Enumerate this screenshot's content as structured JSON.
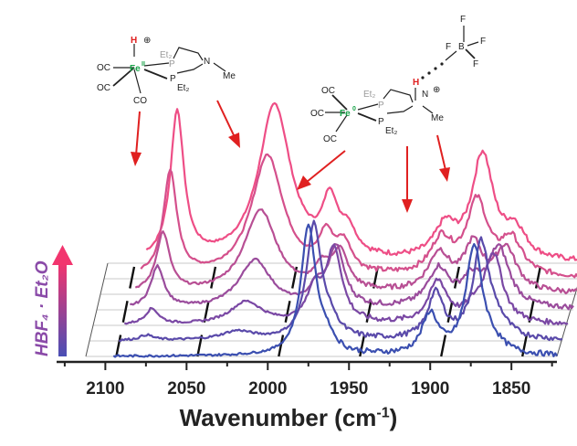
{
  "chart_data": {
    "type": "line",
    "title": "",
    "xlabel": "Wavenumber (cm",
    "xlabel_sup": "-1",
    "ylabel": "",
    "xlim": [
      2130,
      1822
    ],
    "x_reversed": true,
    "xticks": [
      2100,
      2050,
      2000,
      1950,
      1900,
      1850
    ],
    "reagent_arrow_label": "HBF₄ · Et₂O",
    "colors": [
      "#3b4fb0",
      "#5a4aaa",
      "#7a48a4",
      "#9a4c9c",
      "#b84f94",
      "#d4508c",
      "#ee4e86"
    ],
    "series": [
      {
        "peaks": [
          [
            1975,
            0.74,
            5.5
          ],
          [
            1964,
            0.08,
            6
          ],
          [
            1900,
            0.23,
            6
          ],
          [
            1873,
            0.62,
            6
          ],
          [
            1862,
            0.05,
            8
          ]
        ]
      },
      {
        "peaks": [
          [
            2078,
            0.03,
            5
          ],
          [
            2022,
            0.05,
            12
          ],
          [
            1975,
            0.66,
            5.5
          ],
          [
            1965,
            0.08,
            6
          ],
          [
            1900,
            0.26,
            6
          ],
          [
            1872,
            0.54,
            6
          ],
          [
            1862,
            0.08,
            8
          ]
        ]
      },
      {
        "peaks": [
          [
            2078,
            0.09,
            5
          ],
          [
            2020,
            0.13,
            12
          ],
          [
            1978,
            0.18,
            5.5
          ],
          [
            1966,
            0.42,
            6
          ],
          [
            1902,
            0.24,
            7
          ],
          [
            1880,
            0.06,
            6
          ],
          [
            1868,
            0.4,
            7
          ]
        ]
      },
      {
        "peaks": [
          [
            2078,
            0.24,
            5
          ],
          [
            2018,
            0.28,
            12
          ],
          [
            1980,
            0.1,
            5.5
          ],
          [
            1968,
            0.34,
            6
          ],
          [
            1905,
            0.22,
            8
          ],
          [
            1885,
            0.14,
            7
          ],
          [
            1868,
            0.34,
            8
          ]
        ]
      },
      {
        "peaks": [
          [
            2078,
            0.34,
            5
          ],
          [
            2018,
            0.48,
            12
          ],
          [
            1980,
            0.12,
            5.5
          ],
          [
            1969,
            0.22,
            6
          ],
          [
            1908,
            0.22,
            8
          ],
          [
            1887,
            0.26,
            7
          ],
          [
            1867,
            0.25,
            8
          ]
        ]
      },
      {
        "peaks": [
          [
            2077,
            0.6,
            5
          ],
          [
            2017,
            0.7,
            12
          ],
          [
            1981,
            0.2,
            5.5
          ],
          [
            1970,
            0.16,
            6
          ],
          [
            1910,
            0.2,
            8
          ],
          [
            1888,
            0.42,
            8
          ],
          [
            1867,
            0.2,
            8
          ]
        ]
      },
      {
        "peaks": [
          [
            2076,
            0.85,
            5
          ],
          [
            2016,
            0.9,
            12
          ],
          [
            1982,
            0.3,
            5.5
          ],
          [
            1971,
            0.14,
            6
          ],
          [
            1911,
            0.18,
            8
          ],
          [
            1888,
            0.6,
            8
          ],
          [
            1868,
            0.16,
            8
          ]
        ]
      }
    ]
  },
  "molecules": {
    "fe2_hydride": {
      "H": "H",
      "charge": "⊕",
      "metal": "Fe",
      "ox": "II",
      "ligands": [
        "OC",
        "OC",
        "CO"
      ],
      "p_top": "Et₂",
      "p_label": "P",
      "p_bottom": "Et₂",
      "n_label": "N",
      "methyl": "Me"
    },
    "fe0_protonated": {
      "H": "H",
      "charge": "⊕",
      "metal": "Fe",
      "ox": "0",
      "ligands": [
        "OC",
        "OC",
        "OC"
      ],
      "p_top": "Et₂",
      "p_label": "P",
      "p_bottom": "Et₂",
      "n_label": "N",
      "methyl": "Me",
      "boron": "B",
      "fluorines": [
        "F",
        "F",
        "F",
        "F"
      ]
    }
  }
}
